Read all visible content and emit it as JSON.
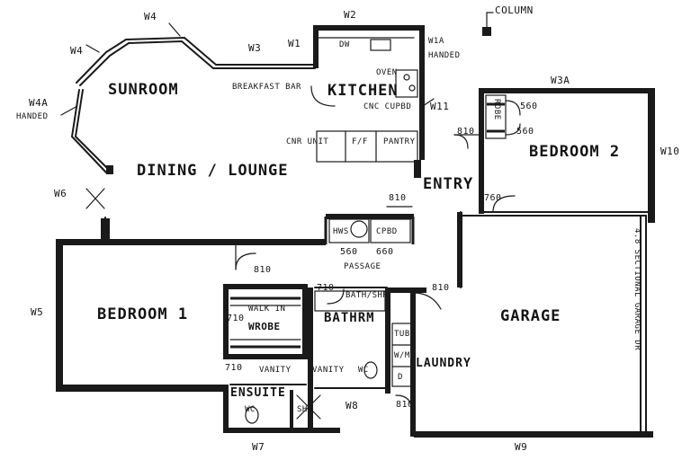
{
  "rooms": {
    "sunroom": "SUNROOM",
    "dining_lounge": "DINING / LOUNGE",
    "kitchen": "KITCHEN",
    "bedroom2": "BEDROOM 2",
    "entry": "ENTRY",
    "bedroom1": "BEDROOM 1",
    "garage": "GARAGE",
    "bathrm": "BATHRM",
    "laundry": "LAUNDRY",
    "ensuite": "ENSUITE",
    "walkin_wrobe": [
      "WALK IN",
      "WROBE"
    ],
    "passage": "PASSAGE"
  },
  "fixtures": {
    "breakfast_bar": "BREAKFAST BAR",
    "dw": "DW",
    "oven": "OVEN",
    "cnc_cupbd": "CNC CUPBD",
    "cnr_unit": "CNR UNIT",
    "ff": "F/F",
    "pantry": "PANTRY",
    "robe": "ROBE",
    "hws": "HWS",
    "cpbd": "CPBD",
    "bath_shr": "BATH/SHR",
    "vanity_ens": "VANITY",
    "vanity_bath": "VANITY",
    "wc_bath": "WC",
    "wc_ens": "WC",
    "shr": "SHR",
    "tub": "TUB",
    "wm": "W/M",
    "d": "D",
    "column": "COLUMN",
    "garage_door": "4.8 SECTIONAL GARAGE DR"
  },
  "windows": {
    "w1": "W1",
    "w2": "W2",
    "w3": "W3",
    "w3a": "W3A",
    "w4_top": "W4",
    "w4_left": "W4",
    "w4a": [
      "W4A",
      "HANDED"
    ],
    "w1a": [
      "W1A",
      "HANDED"
    ],
    "w5": "W5",
    "w6": "W6",
    "w7": "W7",
    "w8": "W8",
    "w9": "W9",
    "w10": "W10",
    "w11": "W11"
  },
  "doors": {
    "d810_kitchen": "810",
    "d810_entry": "810",
    "d760_bed2": "760",
    "d560_a": "560",
    "d560_b": "560",
    "d560_hws": "560",
    "d660_cpbd": "660",
    "d810_bed1": "810",
    "d710_bath": "710",
    "d710_wrobe": "710",
    "d710_ens": "710",
    "d810_garage": "810",
    "d810_laundry": "810"
  }
}
